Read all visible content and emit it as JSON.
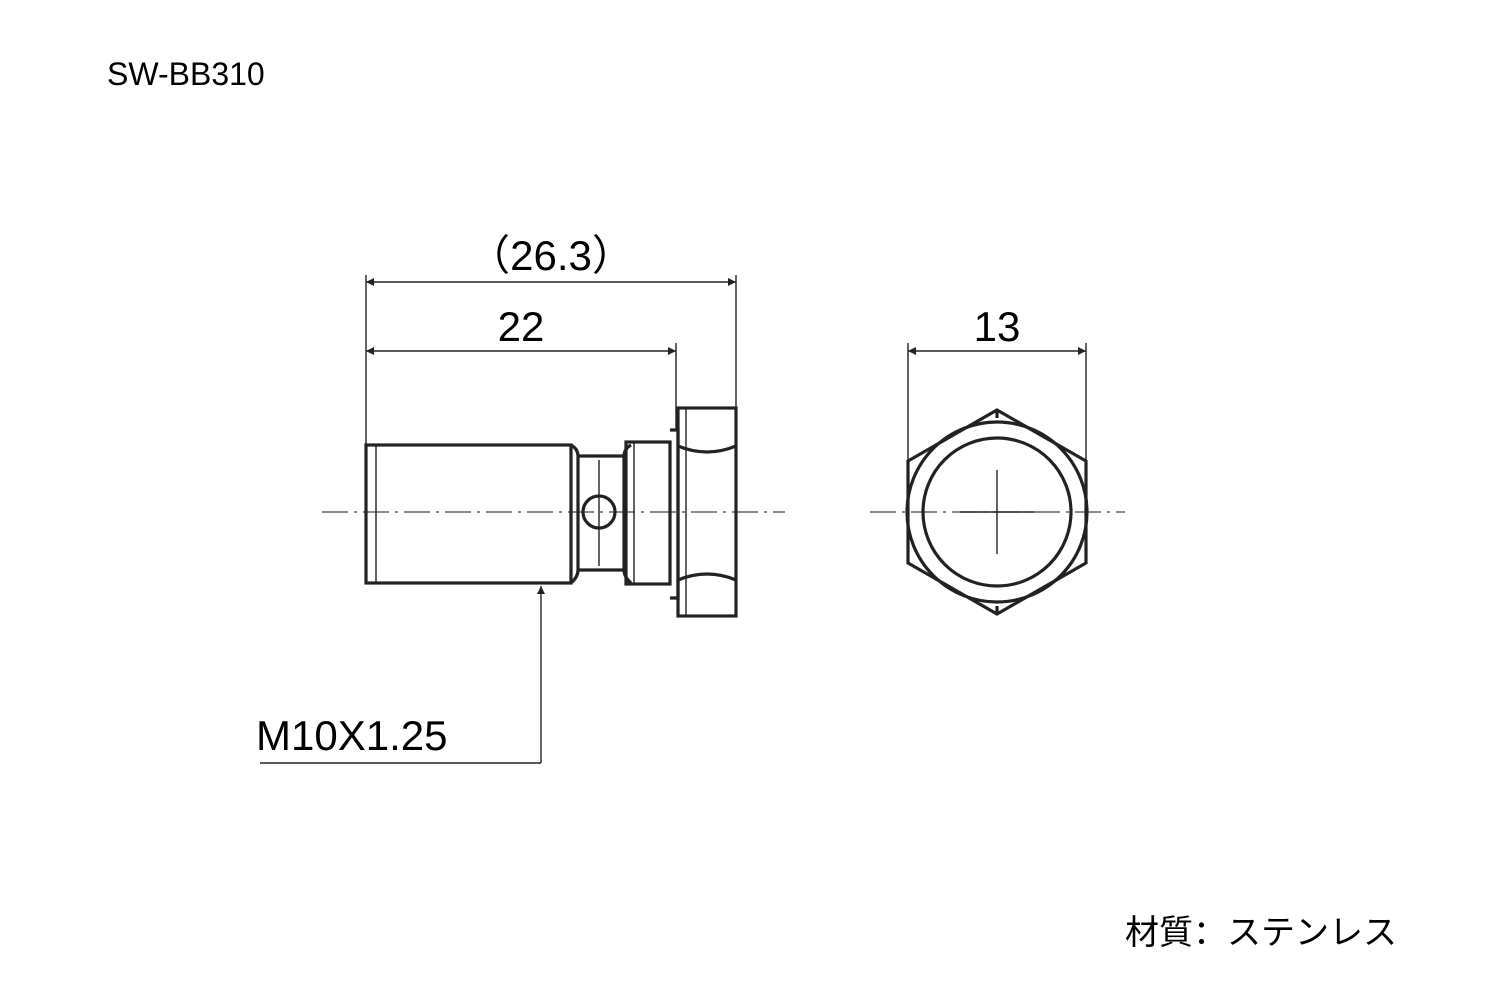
{
  "part_number": "SW-BB310",
  "dimensions": {
    "overall_length": "（26.3）",
    "shank_length": "22",
    "hex_width": "13",
    "thread": "M10X1.25"
  },
  "material_label": "材質：ステンレス"
}
